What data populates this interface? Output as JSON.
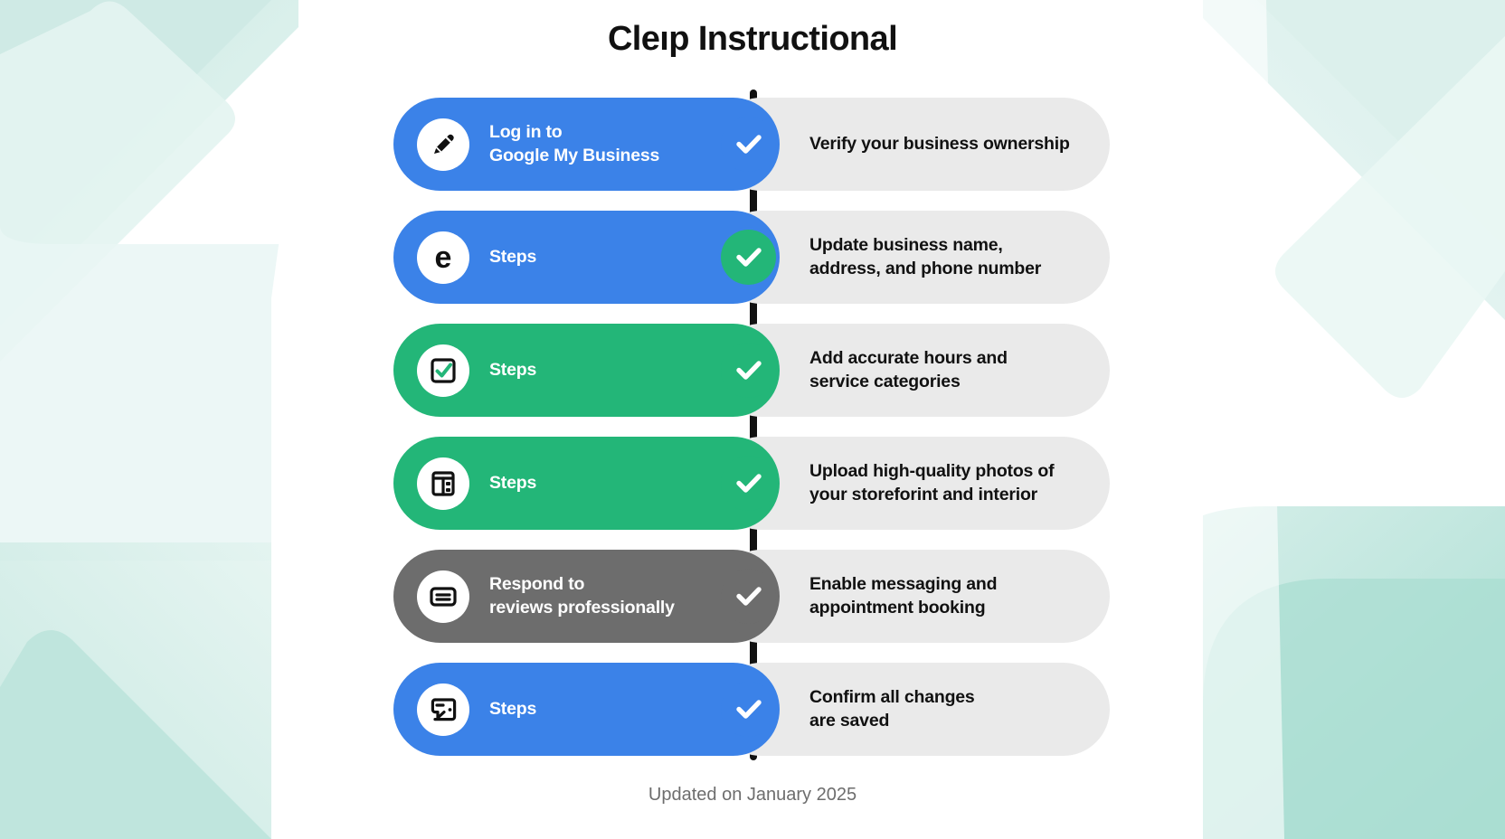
{
  "title": "Cleıp Instructional",
  "footer": "Updated on January 2025",
  "colors": {
    "blue": "#3b82e8",
    "green": "#23b678",
    "gray": "#6d6d6d",
    "right_capsule": "#eaeaea",
    "axis": "#111111",
    "background": "#ffffff",
    "background_accent": "#bfe5dd",
    "title_text": "#111111",
    "footer_text": "#6d6d6d"
  },
  "timeline": {
    "axis_name": "vertical-timeline-axis",
    "rows": [
      {
        "index": 1,
        "icon": "pencil-icon",
        "left_label": "Log in to\nGoogle My Business",
        "pill_color": "#3b82e8",
        "check_color": "#3b82e8",
        "right_label": "Verify your business ownership"
      },
      {
        "index": 2,
        "icon": "letter-e-icon",
        "left_label": "Steps",
        "pill_color": "#3b82e8",
        "check_color": "#23b678",
        "right_label": "Update business name,\naddress, and phone number"
      },
      {
        "index": 3,
        "icon": "checkbox-icon",
        "left_label": "Steps",
        "pill_color": "#23b678",
        "check_color": "#23b678",
        "right_label": "Add accurate hours and\nservice categories"
      },
      {
        "index": 4,
        "icon": "layout-columns-icon",
        "left_label": "Steps",
        "pill_color": "#23b678",
        "check_color": "#23b678",
        "right_label": "Upload high-quality photos of\nyour storeforint and interior"
      },
      {
        "index": 5,
        "icon": "message-lines-icon",
        "left_label": "Respond to\nreviews professionally",
        "pill_color": "#6d6d6d",
        "check_color": "#6d6d6d",
        "right_label": "Enable messaging and\nappointment booking"
      },
      {
        "index": 6,
        "icon": "chat-bubble-icon",
        "left_label": "Steps",
        "pill_color": "#3b82e8",
        "check_color": "#3b82e8",
        "right_label": "Confirm all changes\nare saved"
      }
    ]
  }
}
